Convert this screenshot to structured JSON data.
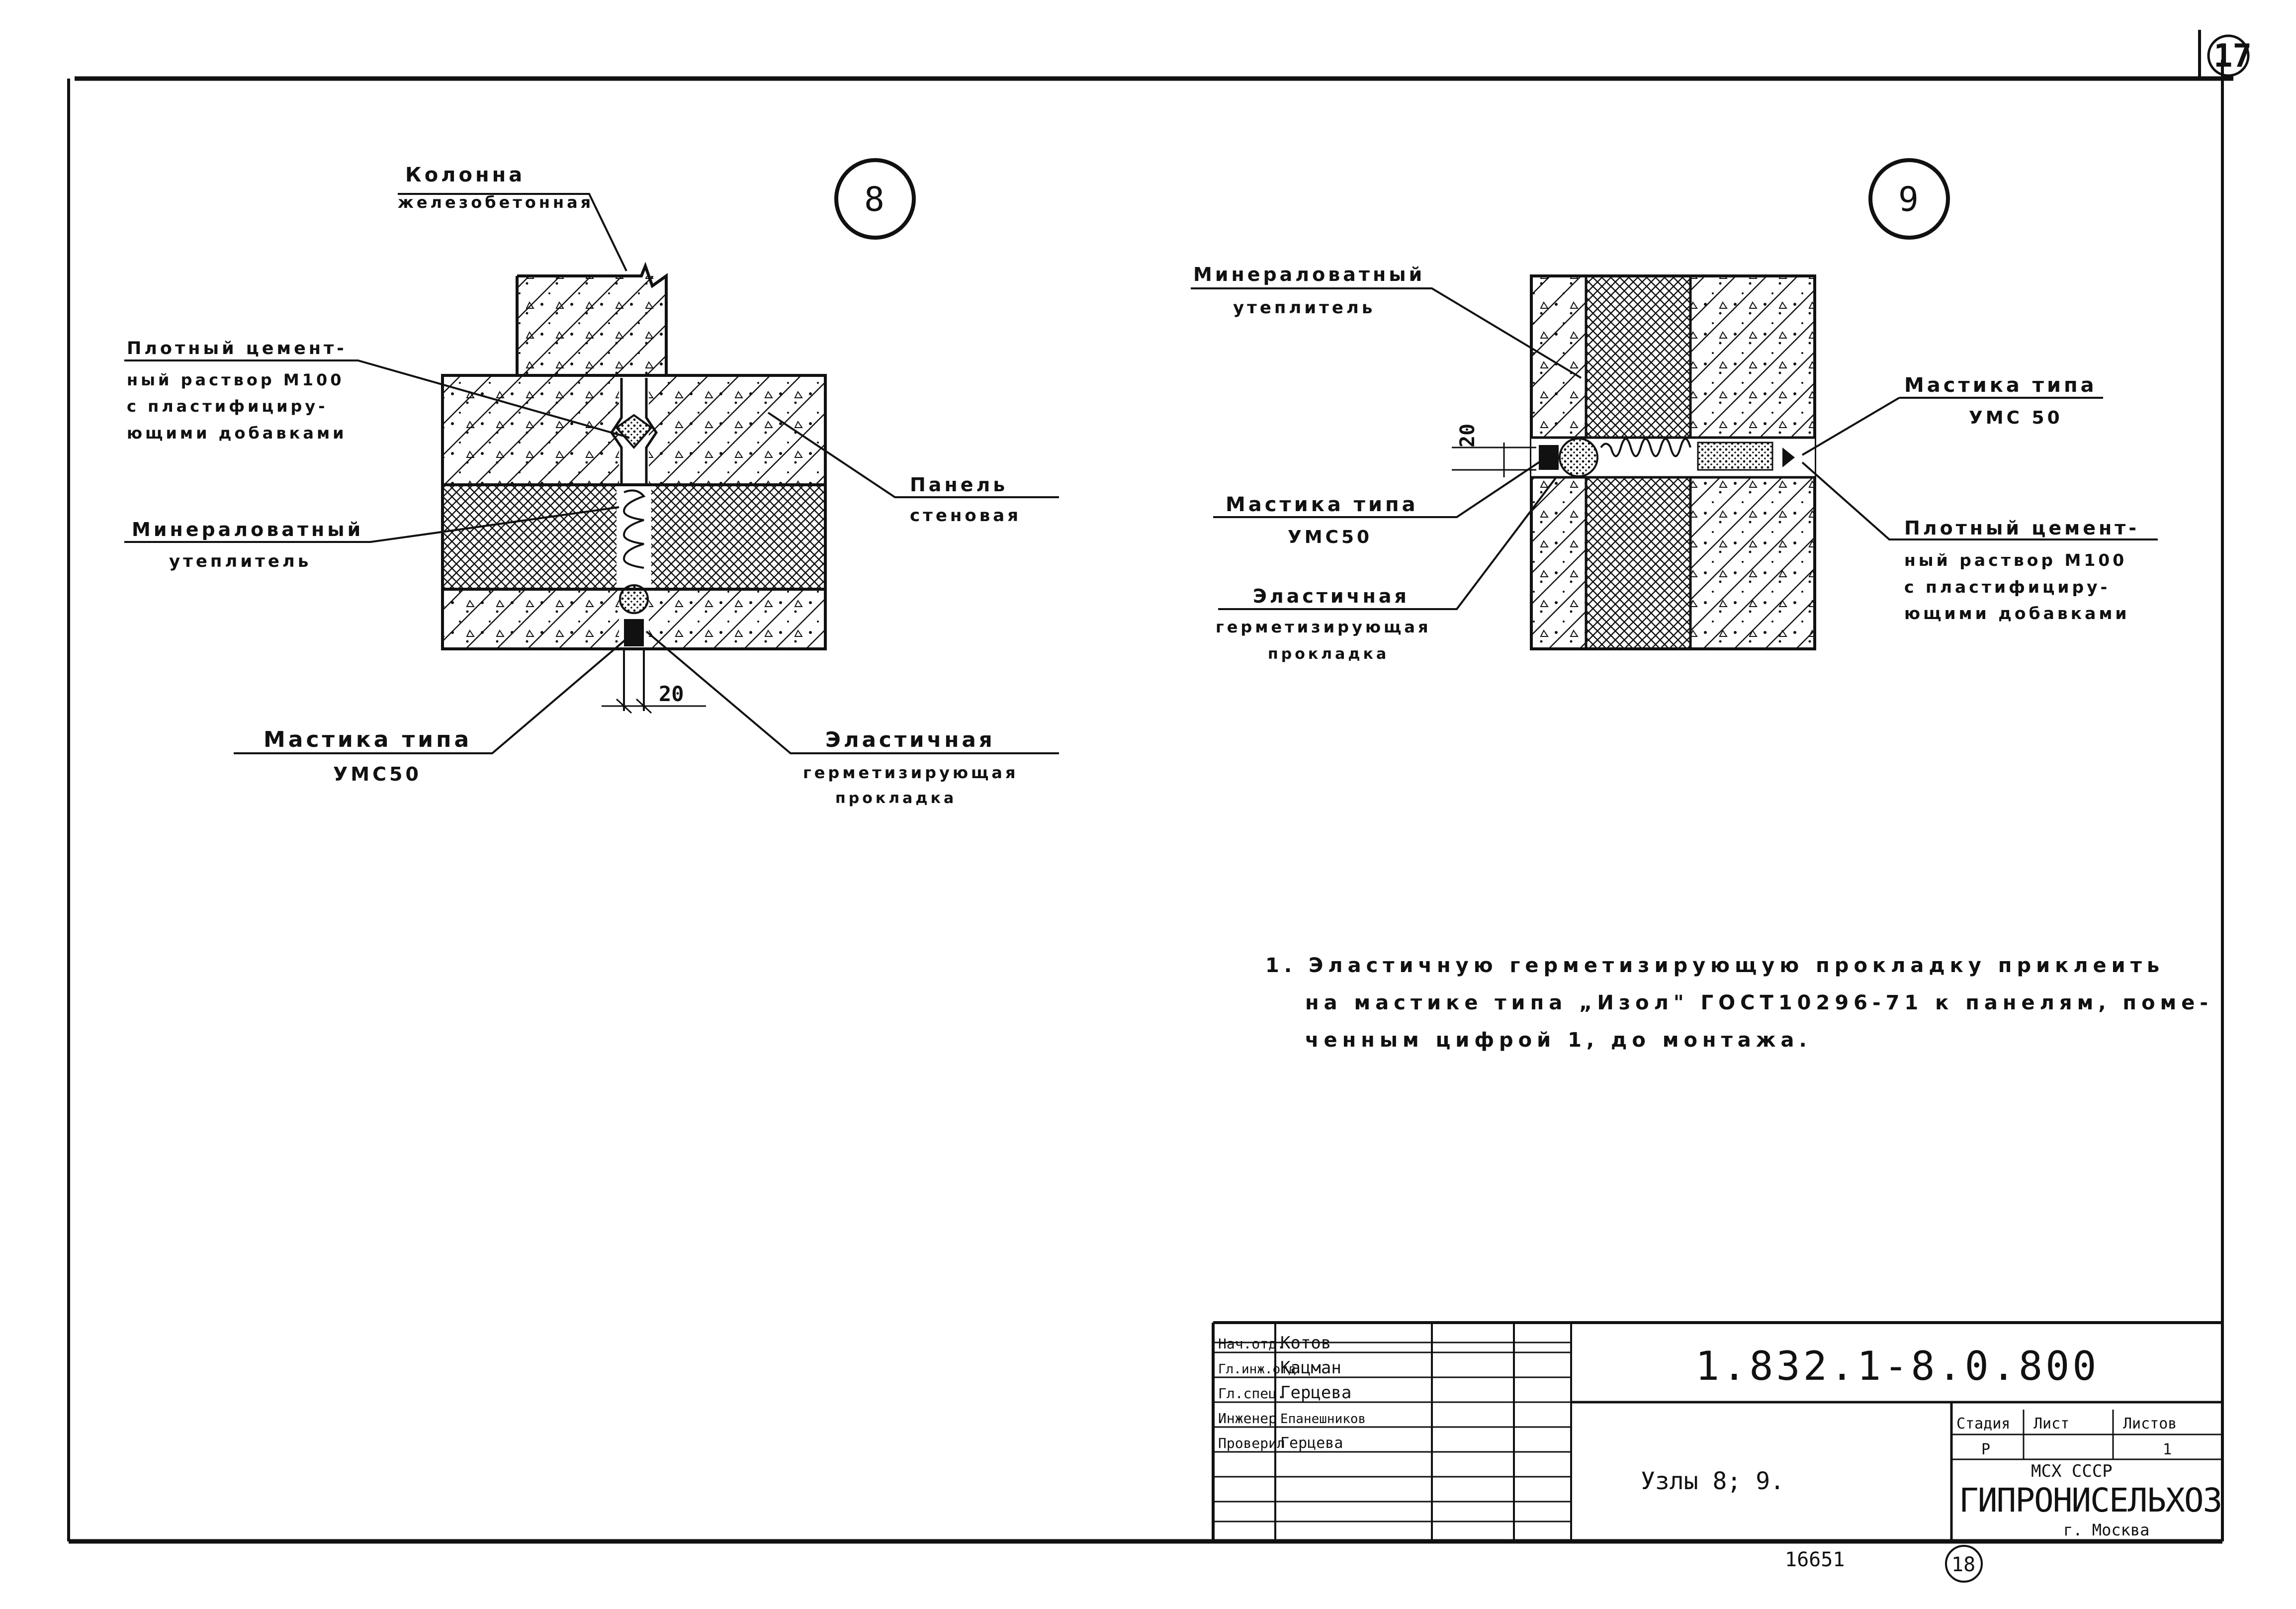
{
  "sheet": {
    "sheet_corner_number": "17",
    "bottom_page_number": "18",
    "inventory_number": "16651"
  },
  "node8": {
    "marker": "8",
    "col_label_1": "Колонна",
    "col_label_2": "железобетонная",
    "mortar_1": "Плотный цемент-",
    "mortar_2": "ный раствор М100",
    "mortar_3": "с пластифициру-",
    "mortar_4": "ющими добавками",
    "panel_1": "Панель",
    "panel_2": "стеновая",
    "wool_1": "Минераловатный",
    "wool_2": "утеплитель",
    "dim": "20",
    "mastic_1": "Мастика типа",
    "mastic_2": "УМС50",
    "gasket_1": "Эластичная",
    "gasket_2": "герметизирующая",
    "gasket_3": "прокладка"
  },
  "node9": {
    "marker": "9",
    "wool_1": "Минераловатный",
    "wool_2": "утеплитель",
    "dim": "20",
    "mastic_left_1": "Мастика типа",
    "mastic_left_2": "УМС50",
    "gasket_1": "Эластичная",
    "gasket_2": "герметизирующая",
    "gasket_3": "прокладка",
    "mastic_right_1": "Мастика типа",
    "mastic_right_2": "УМС 50",
    "mortar_1": "Плотный цемент-",
    "mortar_2": "ный раствор М100",
    "mortar_3": "с пластифициру-",
    "mortar_4": "ющими добавками"
  },
  "note": {
    "line_1": "1. Эластичную герметизирующую прокладку приклеить",
    "line_2": "на мастике типа „Изол\" ГОСТ10296-71 к панелям, поме-",
    "line_3": "ченным цифрой 1, до монтажа."
  },
  "title_block": {
    "roles": [
      "Нач.отд.",
      "Гл.инж.отд",
      "Гл.спец.",
      "Инженер",
      "Проверил"
    ],
    "names": [
      "Котов",
      "Кацман",
      "Герцева",
      "Епанешников",
      "Герцева"
    ],
    "doc_code": "1.832.1-8.0.800",
    "title": "Узлы 8; 9.",
    "stage_header": "Стадия",
    "sheet_header": "Лист",
    "sheets_header": "Листов",
    "stage_value": "Р",
    "sheet_value": "",
    "sheets_value": "1",
    "org_ministry": "МСХ СССР",
    "org_name": "ГИПРОНИСЕЛЬХОЗ",
    "org_city": "г. Москва"
  },
  "colors": {
    "ink": "#111111",
    "paper": "#ffffff"
  }
}
